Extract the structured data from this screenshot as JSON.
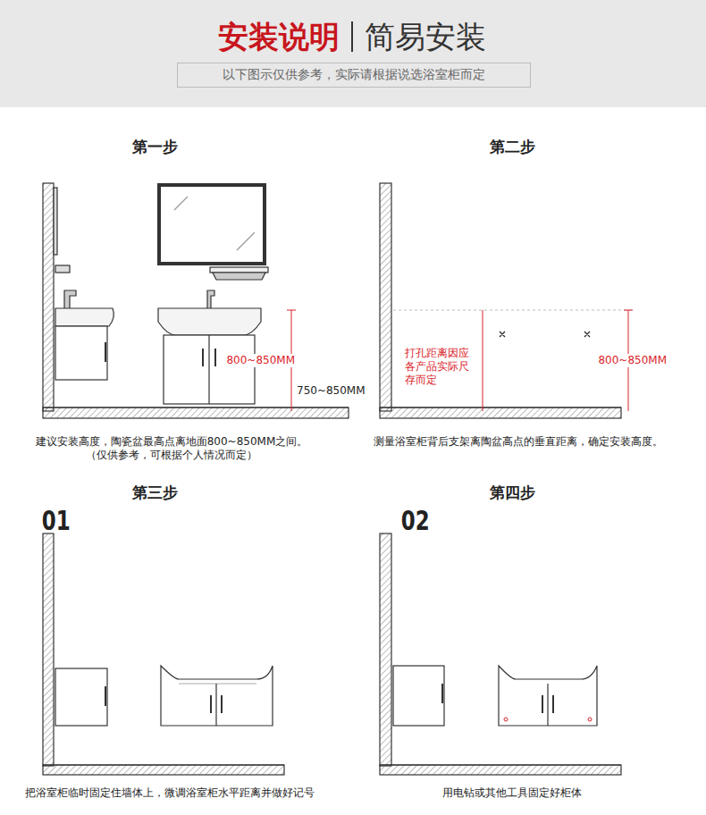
{
  "diagram": {
    "title": "安装说明",
    "nodes": [
      {
        "text": [
          "以下图示仅供参考，实际请根据说选浴室柜而定"
        ]
      }
    ],
    "labels": [
      "简易安装",
      "第一步",
      "800~850MM",
      "750~850MM",
      "建议安装高度，陶瓷盆最高点离地面800~850MM之间。",
      "（仅供参考，可根据个人情况而定）",
      "第二步",
      "打孔距离因应各产品实际尺存而定",
      "800~850MM",
      "测量浴室柜背后支架离陶盆高点的垂直距离，确定安装高度。",
      "第三步",
      "01",
      "把浴室柜临时固定住墙体上，微调浴室柜水平距离并做好记号",
      "第四步",
      "02",
      "用电钻或其他工具固定好柜体"
    ]
  }
}
